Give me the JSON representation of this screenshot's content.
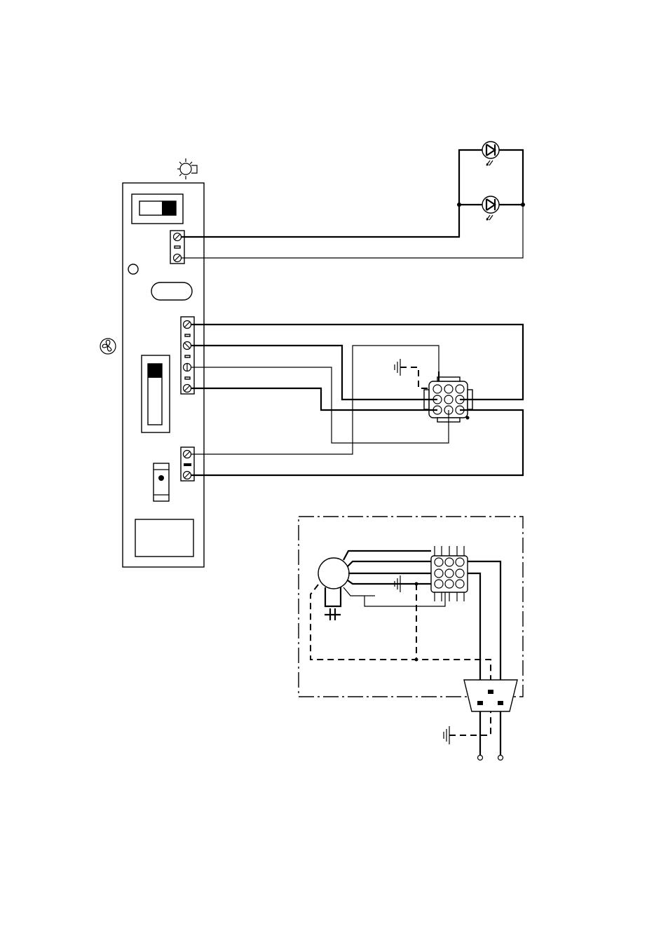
{
  "diagram": {
    "kind": "wiring-schematic",
    "colors": {
      "line": "#000000",
      "background": "#ffffff"
    },
    "components": [
      "lamp-icon",
      "fan-icon",
      "control-panel",
      "slide-switch",
      "rocker-switch",
      "pilot-light",
      "terminal-block-1",
      "terminal-block-2",
      "terminal-block-3",
      "led-1",
      "led-2",
      "nine-pin-connector-upper",
      "nine-pin-connector-lower",
      "motor",
      "capacitor",
      "motor-housing",
      "plug-socket",
      "ground-symbols",
      "supply-terminals"
    ]
  }
}
